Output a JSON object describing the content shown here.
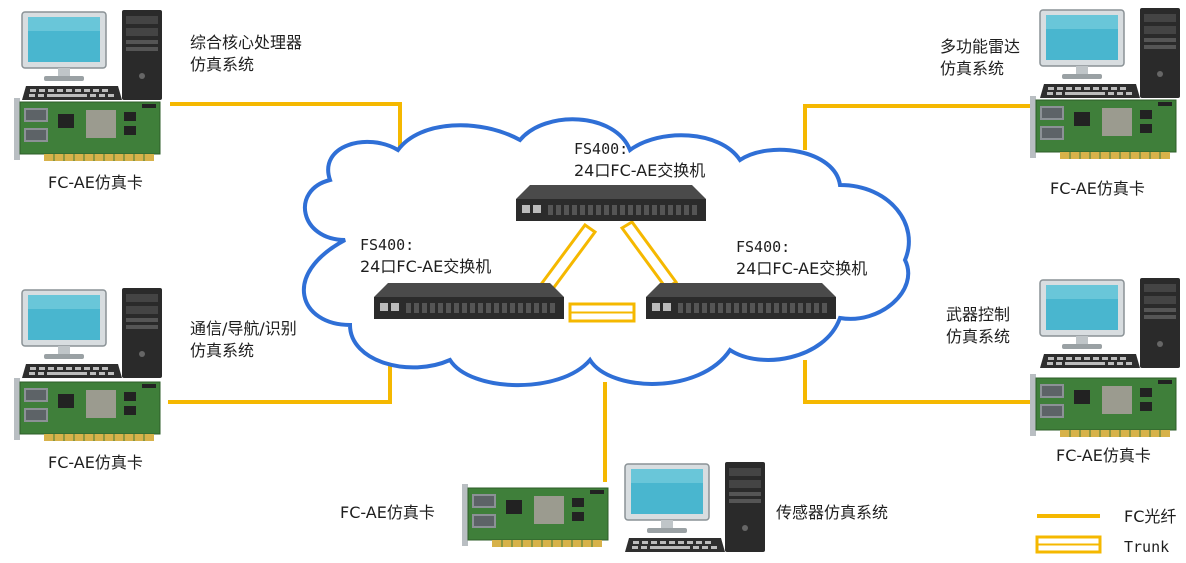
{
  "colors": {
    "fiber": "#f5b800",
    "cloud": "#2f6fd6",
    "switch_body": "#2b2b2b",
    "monitor_screen": "#49b6cf",
    "pcb": "#3f7f3a"
  },
  "switches": {
    "top": {
      "model": "FS400:",
      "desc": "24口FC-AE交换机"
    },
    "left": {
      "model": "FS400:",
      "desc": "24口FC-AE交换机"
    },
    "right": {
      "model": "FS400:",
      "desc": "24口FC-AE交换机"
    }
  },
  "nodes": {
    "top_left": {
      "system_line1": "综合核心处理器",
      "system_line2": "仿真系统",
      "card": "FC-AE仿真卡"
    },
    "mid_left": {
      "system_line1": "通信/导航/识别",
      "system_line2": "仿真系统",
      "card": "FC-AE仿真卡"
    },
    "top_right": {
      "system_line1": "多功能雷达",
      "system_line2": "仿真系统",
      "card": "FC-AE仿真卡"
    },
    "mid_right": {
      "system_line1": "武器控制",
      "system_line2": "仿真系统",
      "card": "FC-AE仿真卡"
    },
    "bottom": {
      "system": "传感器仿真系统",
      "card": "FC-AE仿真卡"
    }
  },
  "legend": {
    "fc_fiber": "FC光纤",
    "trunk": "Trunk"
  },
  "icons": [
    "computer-icon",
    "pci-card-icon",
    "switch-icon",
    "cloud-icon"
  ]
}
